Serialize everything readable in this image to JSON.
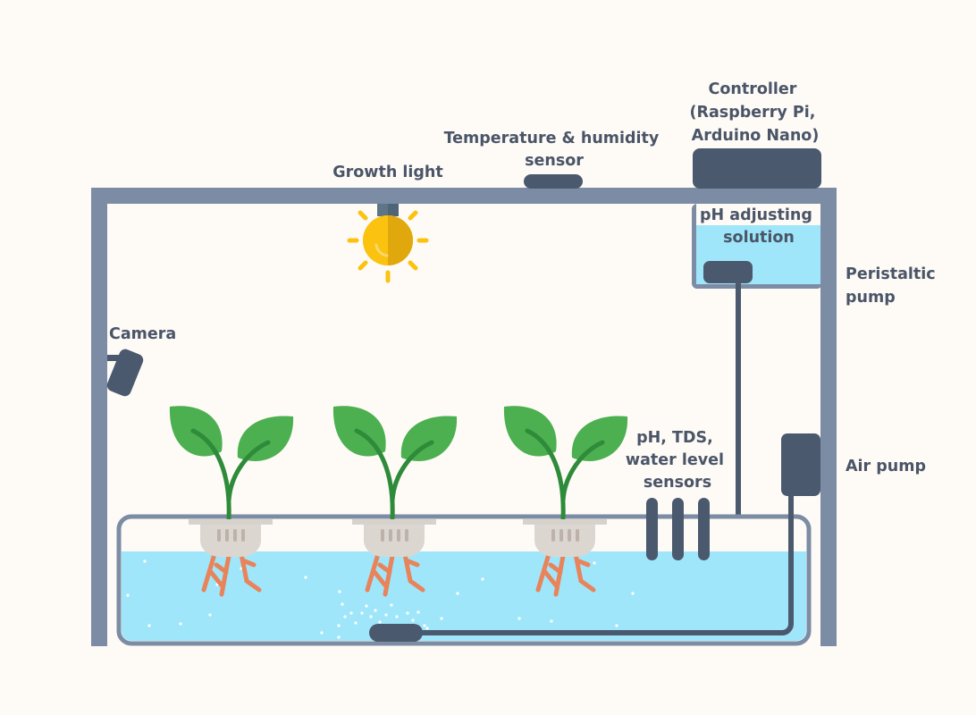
{
  "diagram": {
    "title": "Hydroponic system schematic",
    "colors": {
      "background": "#fefbf6",
      "frame": "#7c8ca4",
      "device": "#4a596d",
      "water": "#a0e6fb",
      "leaf": "#4caf50",
      "stem": "#2e8b3a",
      "bulb": "#fbc210",
      "bulb_shade": "#e0a80c",
      "root": "#e8835a",
      "net_pot": "#dcd6d0",
      "label": "#4a5568"
    },
    "labels": {
      "controller": [
        "Controller",
        "(Raspberry Pi,",
        "Arduino Nano)"
      ],
      "temp_humidity": [
        "Temperature & humidity",
        "sensor"
      ],
      "growth_light": [
        "Growth light"
      ],
      "camera": [
        "Camera"
      ],
      "ph_solution": [
        "pH adjusting",
        "solution"
      ],
      "peristaltic_pump": [
        "Peristaltic",
        "pump"
      ],
      "sensors": [
        "pH, TDS,",
        "water level",
        "sensors"
      ],
      "air_pump": [
        "Air pump"
      ]
    },
    "plants": [
      {
        "name": "plant-1"
      },
      {
        "name": "plant-2"
      },
      {
        "name": "plant-3"
      }
    ],
    "sensor_probe_count": 3
  }
}
